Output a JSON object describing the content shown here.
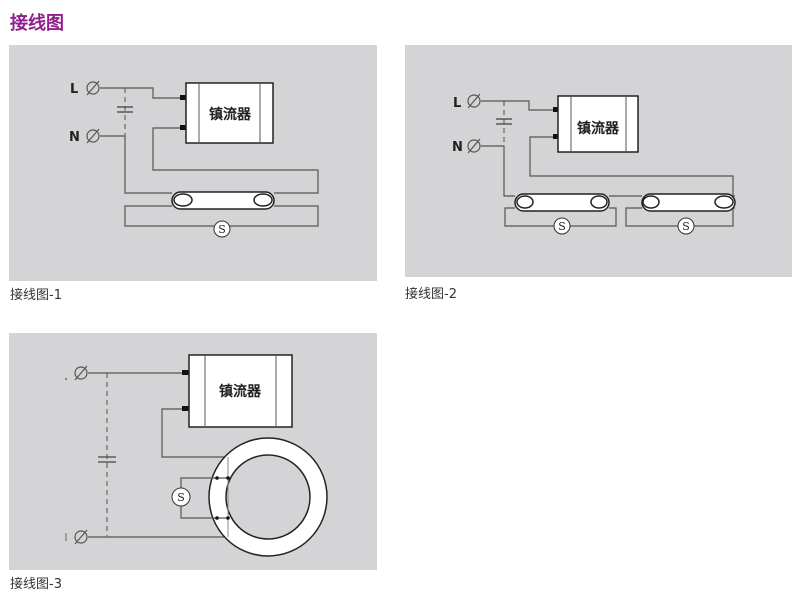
{
  "title": "接线图",
  "colors": {
    "title": "#8e1f8c",
    "panel": "#d4d4d6"
  },
  "ballast_label": "镇流器",
  "starter_label": "S",
  "terminal_labels": {
    "live": "L",
    "neutral": "N"
  },
  "diagrams": [
    {
      "caption": "接线图-1"
    },
    {
      "caption": "接线图-2"
    },
    {
      "caption": "接线图-3"
    }
  ]
}
